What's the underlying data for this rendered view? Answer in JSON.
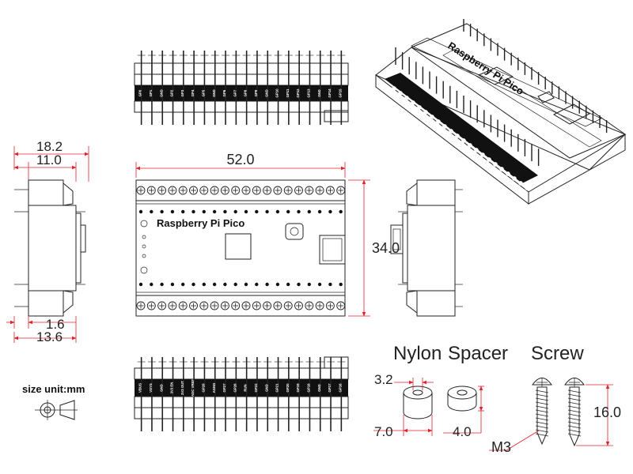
{
  "top_view": {
    "pin_labels": [
      "GP0",
      "GP1",
      "GND",
      "GP2",
      "GP3",
      "GP4",
      "GP5",
      "GND",
      "GP6",
      "GP7",
      "GP8",
      "GP9",
      "GND",
      "GP10",
      "GP11",
      "GP12",
      "GP13",
      "GND",
      "GP14",
      "GP15"
    ]
  },
  "bottom_view": {
    "pin_labels": [
      "VBUS",
      "VSYS",
      "GND",
      "3V3 EN",
      "3V3 OUT",
      "ADC VREF",
      "GP28",
      "AGND",
      "GP27",
      "GP26",
      "RUN",
      "GP22",
      "GND",
      "GP21",
      "GP20",
      "GP19",
      "GP18",
      "GND",
      "GP17",
      "GP16"
    ]
  },
  "board": {
    "silkscreen": "Raspberry Pi Pico"
  },
  "dimensions": {
    "width": "52.0",
    "height": "34.0",
    "side_total": "18.2",
    "side_top": "11.0",
    "side_bottom_total": "13.6",
    "side_base": "1.6"
  },
  "hardware": {
    "nylon_label": "Nylon",
    "spacer_label": "Spacer",
    "screw_label": "Screw",
    "spacer_inner": "3.2",
    "spacer_outer": "7.0",
    "spacer_height": "4.0",
    "screw_size": "M3",
    "screw_length": "16.0"
  },
  "units": {
    "label": "size unit:mm"
  },
  "colors": {
    "dimension": "#e0202a",
    "ink": "#222222"
  },
  "icons": [
    "projection-symbol-icon"
  ]
}
